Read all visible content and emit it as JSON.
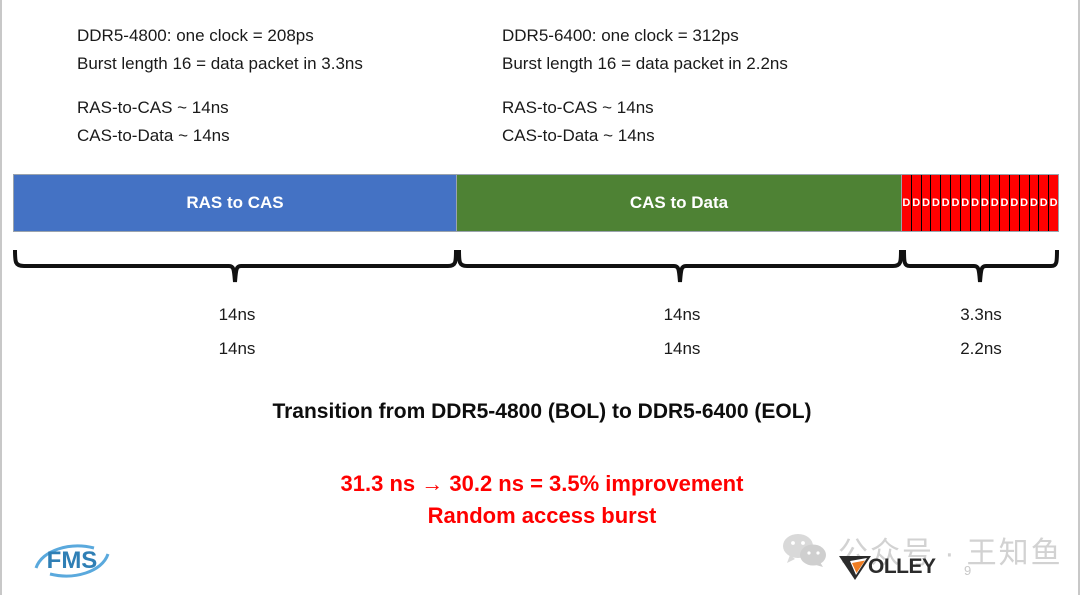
{
  "specs": {
    "left": {
      "clock_line": "DDR5-4800: one clock = 208ps",
      "burst_line": "Burst length 16 = data packet in 3.3ns",
      "ras_to_cas": "RAS-to-CAS ~ 14ns",
      "cas_to_data": "CAS-to-Data ~ 14ns"
    },
    "right": {
      "clock_line": "DDR5-6400: one clock = 312ps",
      "burst_line": "Burst length 16 = data packet in 2.2ns",
      "ras_to_cas": "RAS-to-CAS ~ 14ns",
      "cas_to_data": "CAS-to-Data ~ 14ns"
    }
  },
  "timeline": {
    "segments": [
      {
        "label": "RAS to CAS",
        "color": "#4472c4"
      },
      {
        "label": "CAS to Data",
        "color": "#4e8234"
      },
      {
        "label": "",
        "color": "#ff0000"
      }
    ],
    "burst_cell_label": "D",
    "burst_cell_count": 16
  },
  "measurements": [
    {
      "bol": "14ns",
      "eol": "14ns"
    },
    {
      "bol": "14ns",
      "eol": "14ns"
    },
    {
      "bol": "3.3ns",
      "eol": "2.2ns"
    }
  ],
  "transition_title": "Transition from DDR5-4800 (BOL) to DDR5-6400 (EOL)",
  "result": {
    "line1": "31.3 ns → 30.2 ns = 3.5% improvement",
    "line2": "Random access burst",
    "color": "#ff0000"
  },
  "branding": {
    "fms_logo_text": "FMS",
    "volley_text": "OLLEY",
    "wechat_watermark": "公众号 · 王知鱼",
    "page_number": "9"
  }
}
